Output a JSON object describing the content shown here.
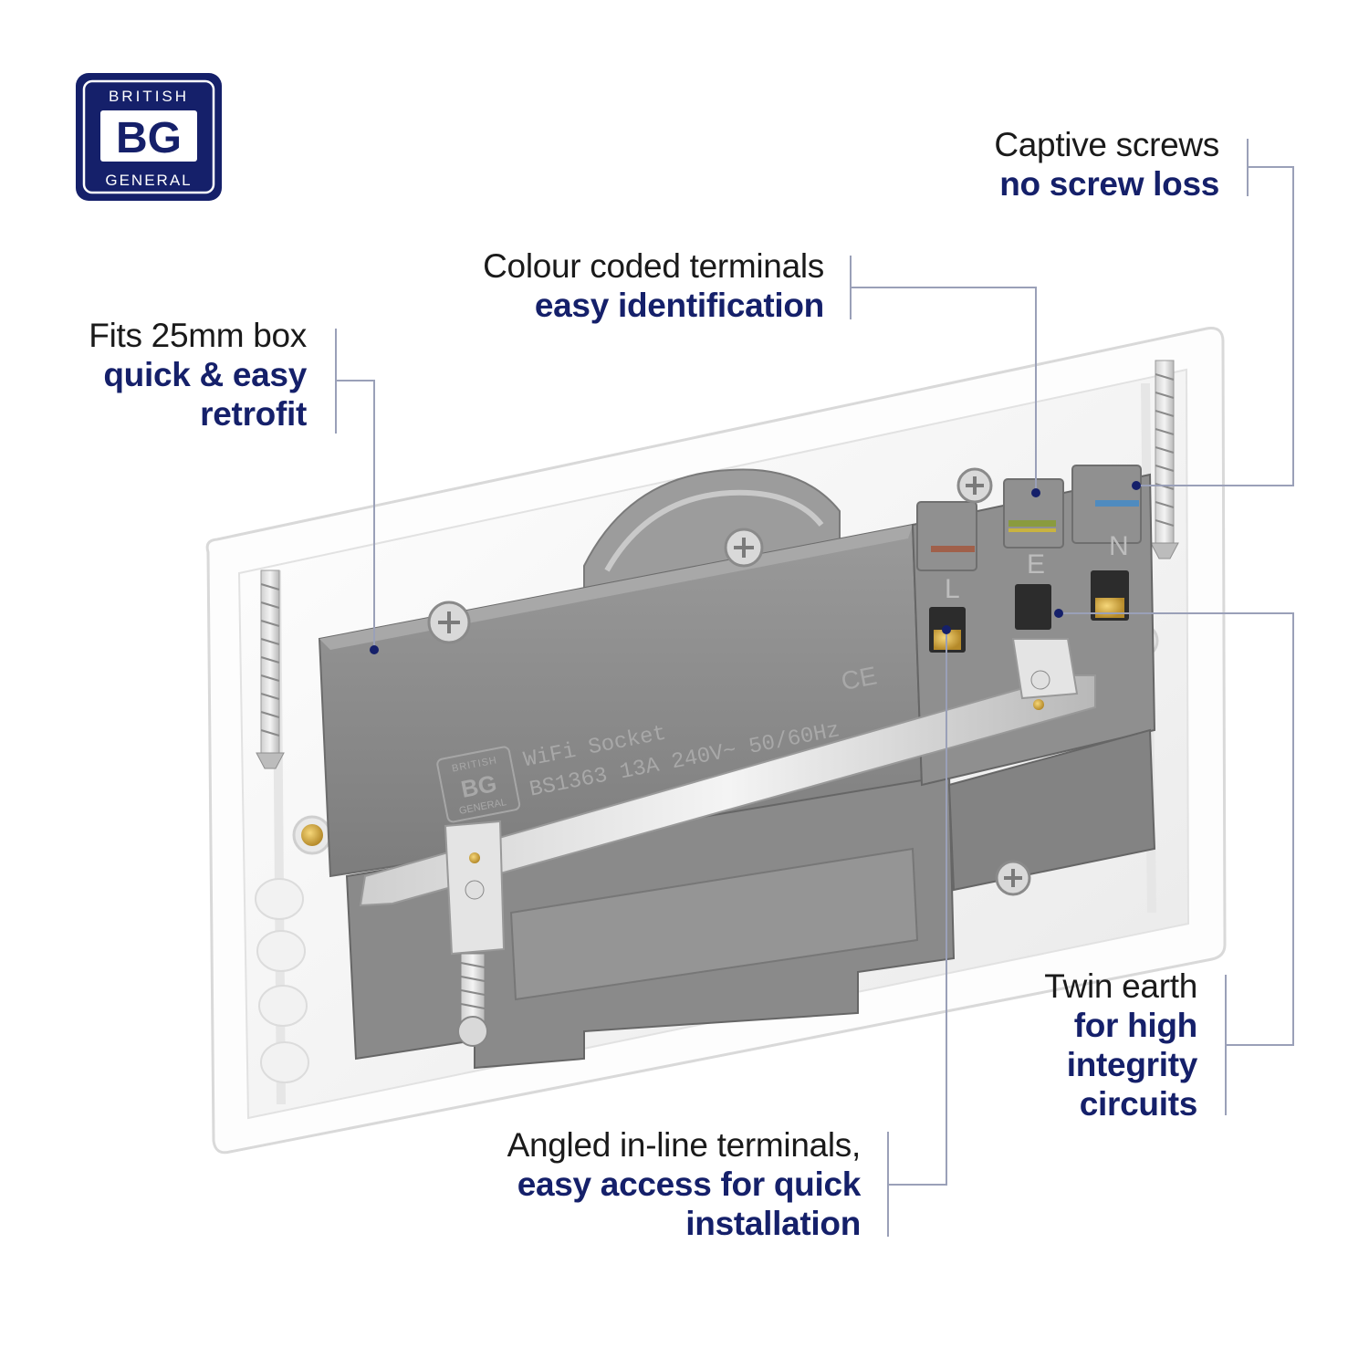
{
  "brand": {
    "top_text": "BRITISH",
    "mark": "BG",
    "bottom_text": "GENERAL",
    "color": "#15206a"
  },
  "callouts": {
    "captive": {
      "line1": "Captive screws",
      "line2": "no screw loss"
    },
    "colour": {
      "line1": "Colour coded terminals",
      "line2": "easy identification"
    },
    "fits": {
      "line1": "Fits 25mm box",
      "line2": "quick & easy",
      "line3": "retrofit"
    },
    "twin": {
      "line1": "Twin earth",
      "line2": "for high",
      "line3": "integrity",
      "line4": "circuits"
    },
    "angled": {
      "line1": "Angled in-line terminals,",
      "line2": "easy access for quick",
      "line3": "installation"
    }
  },
  "product_markings": {
    "label1": "WiFi Socket",
    "label2": "BS1363  13A  240V~  50/60Hz",
    "ce": "CE",
    "terminal_l": "L",
    "terminal_e": "E",
    "terminal_n": "N",
    "emboss_brand_top": "BRITISH",
    "emboss_brand_mark": "BG",
    "emboss_brand_bottom": "GENERAL"
  },
  "colors": {
    "accent_navy": "#15206a",
    "leader_line": "#9aa0b8",
    "housing_grey": "#8c8c8c",
    "plate_white": "#f7f7f7"
  }
}
